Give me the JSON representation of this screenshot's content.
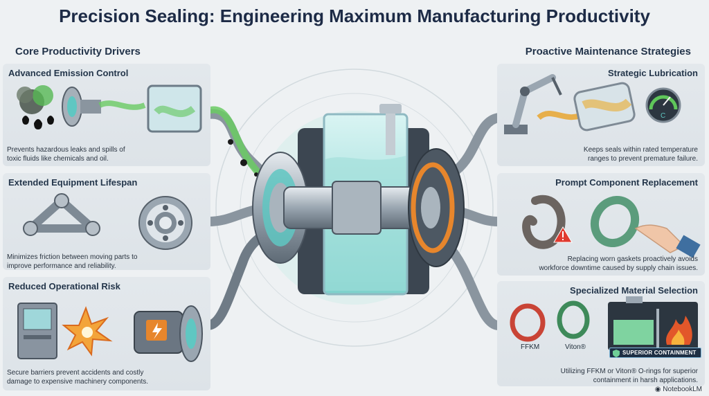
{
  "title": "Precision Sealing: Engineering Maximum Manufacturing Productivity",
  "left_section": {
    "heading": "Core Productivity Drivers",
    "panels": [
      {
        "title": "Advanced Emission Control",
        "desc_lines": [
          "Prevents hazardous leaks and spills of",
          "toxic fluids like chemicals and oil."
        ]
      },
      {
        "title": "Extended Equipment Lifespan",
        "desc_lines": [
          "Minimizes friction between moving parts to",
          "improve performance and reliability."
        ]
      },
      {
        "title": "Reduced Operational Risk",
        "desc_lines": [
          "Secure barriers prevent accidents and costly",
          "damage to expensive machinery components."
        ]
      }
    ]
  },
  "right_section": {
    "heading": "Proactive Maintenance Strategies",
    "panels": [
      {
        "title": "Strategic Lubrication",
        "desc_lines": [
          "Keeps seals within rated temperature",
          "ranges to prevent premature failure."
        ]
      },
      {
        "title": "Prompt Component Replacement",
        "desc_lines": [
          "Replacing worn gaskets proactively avoids",
          "workforce downtime caused by supply chain issues."
        ]
      },
      {
        "title": "Specialized Material Selection",
        "desc_lines": [
          "Utilizing FFKM or Viton® O-rings for superior",
          "containment in harsh applications."
        ]
      }
    ]
  },
  "materials": {
    "ring_1": "FFKM",
    "ring_2": "Viton®",
    "badge": "SUPERIOR CONTAINMENT"
  },
  "gauge_letter": "C",
  "brand": "NotebookLM",
  "colors": {
    "accent_green": "#5fc65a",
    "accent_orange": "#e7862c",
    "title_navy": "#1d2b46",
    "seal_teal": "#4fc3c2"
  }
}
